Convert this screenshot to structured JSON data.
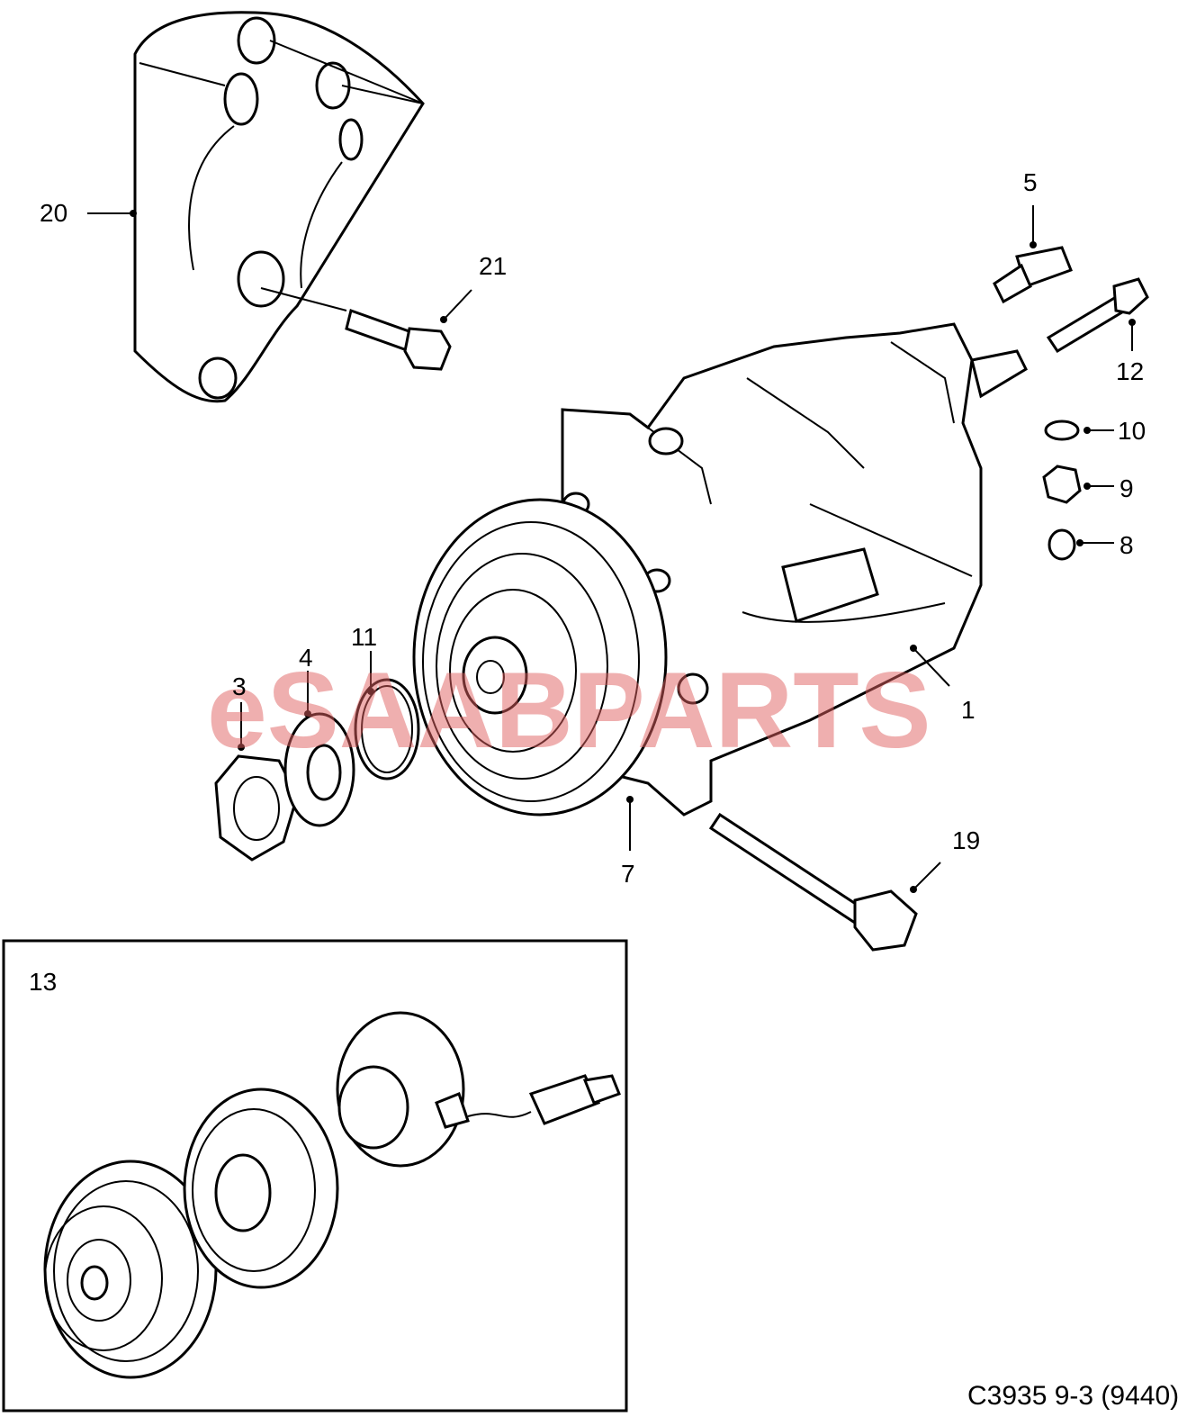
{
  "watermark": "eSAABPARTS",
  "footer": "C3935 9-3 (9440)",
  "inset_label": "13",
  "callouts": {
    "c1": "1",
    "c3": "3",
    "c4": "4",
    "c5": "5",
    "c7": "7",
    "c8": "8",
    "c9": "9",
    "c10": "10",
    "c11": "11",
    "c12": "12",
    "c19": "19",
    "c20": "20",
    "c21": "21"
  }
}
